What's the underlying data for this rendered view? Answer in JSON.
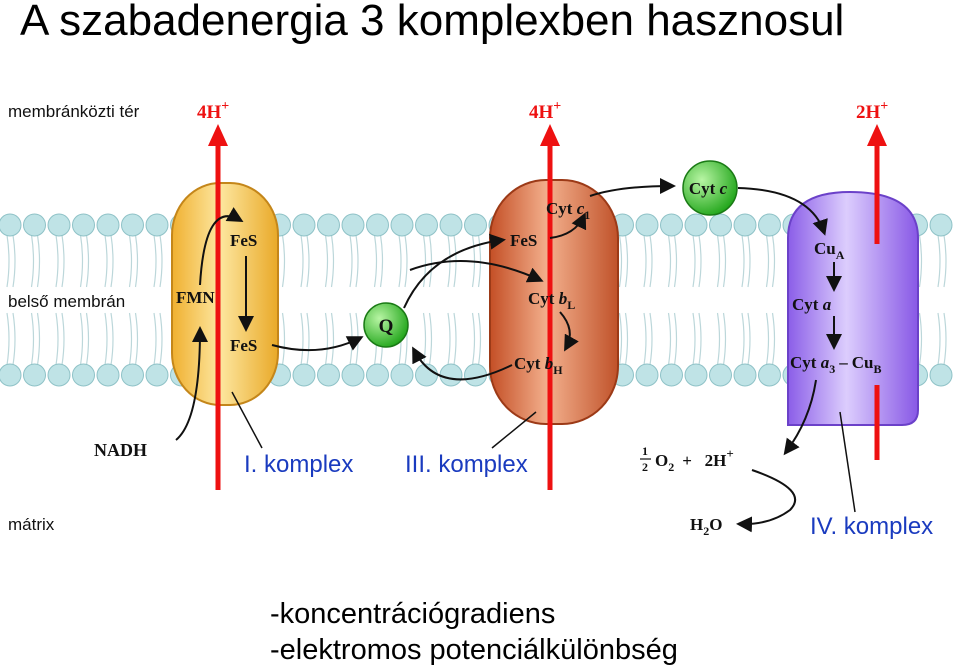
{
  "title": "A szabadenergia 3 komplexben hasznosul",
  "diagram": {
    "regions": {
      "intermembrane": "membránközti tér",
      "inner_membrane": "belső membrán",
      "matrix": "mátrix"
    },
    "proton_labels": [
      "4H",
      "4H",
      "2H"
    ],
    "plus": "+",
    "complex_I": {
      "name": "I. komplex",
      "fes_top": "FeS",
      "fmn": "FMN",
      "fes_bottom": "FeS",
      "nadh": "NADH"
    },
    "q": "Q",
    "complex_III": {
      "name": "III. komplex",
      "cyt_c1": "Cyt",
      "cyt_c1_letter": "c",
      "cyt_c1_sub": "1",
      "fes": "FeS",
      "cyt_bl": "Cyt",
      "cyt_bl_letter": "b",
      "cyt_bl_sub": "L",
      "cyt_bh": "Cyt",
      "cyt_bh_letter": "b",
      "cyt_bh_sub": "H"
    },
    "cyt_c": "Cyt",
    "cyt_c_letter": "c",
    "complex_IV": {
      "name": "IV. komplex",
      "cua": "Cu",
      "cua_sub": "A",
      "cyt_a": "Cyt",
      "cyt_a_letter": "a",
      "cyt_a3": "Cyt",
      "cyt_a3_letter": "a",
      "cyt_a3_sub": "3",
      "dash": "–",
      "cub": "Cu",
      "cub_sub": "B"
    },
    "reaction": {
      "half_num": "1",
      "half_den": "2",
      "o2": "O",
      "o2_sub": "2",
      "plus_2h": "+   2H",
      "h2o_h": "H",
      "h2o_sub": "2",
      "h2o_o": "O"
    },
    "colors": {
      "proton_arrow": "#ee1111",
      "label_blue": "#1a3bbf",
      "complex_I": "#f6c04a",
      "complex_III": "#d9643a",
      "complex_IV": "#9a6cf0",
      "q_ball": "#35c22e",
      "lipid_head": "#bfe3e6"
    }
  },
  "bullets": [
    "-koncentrációgradiens",
    "-elektromos potenciálkülönbség"
  ]
}
